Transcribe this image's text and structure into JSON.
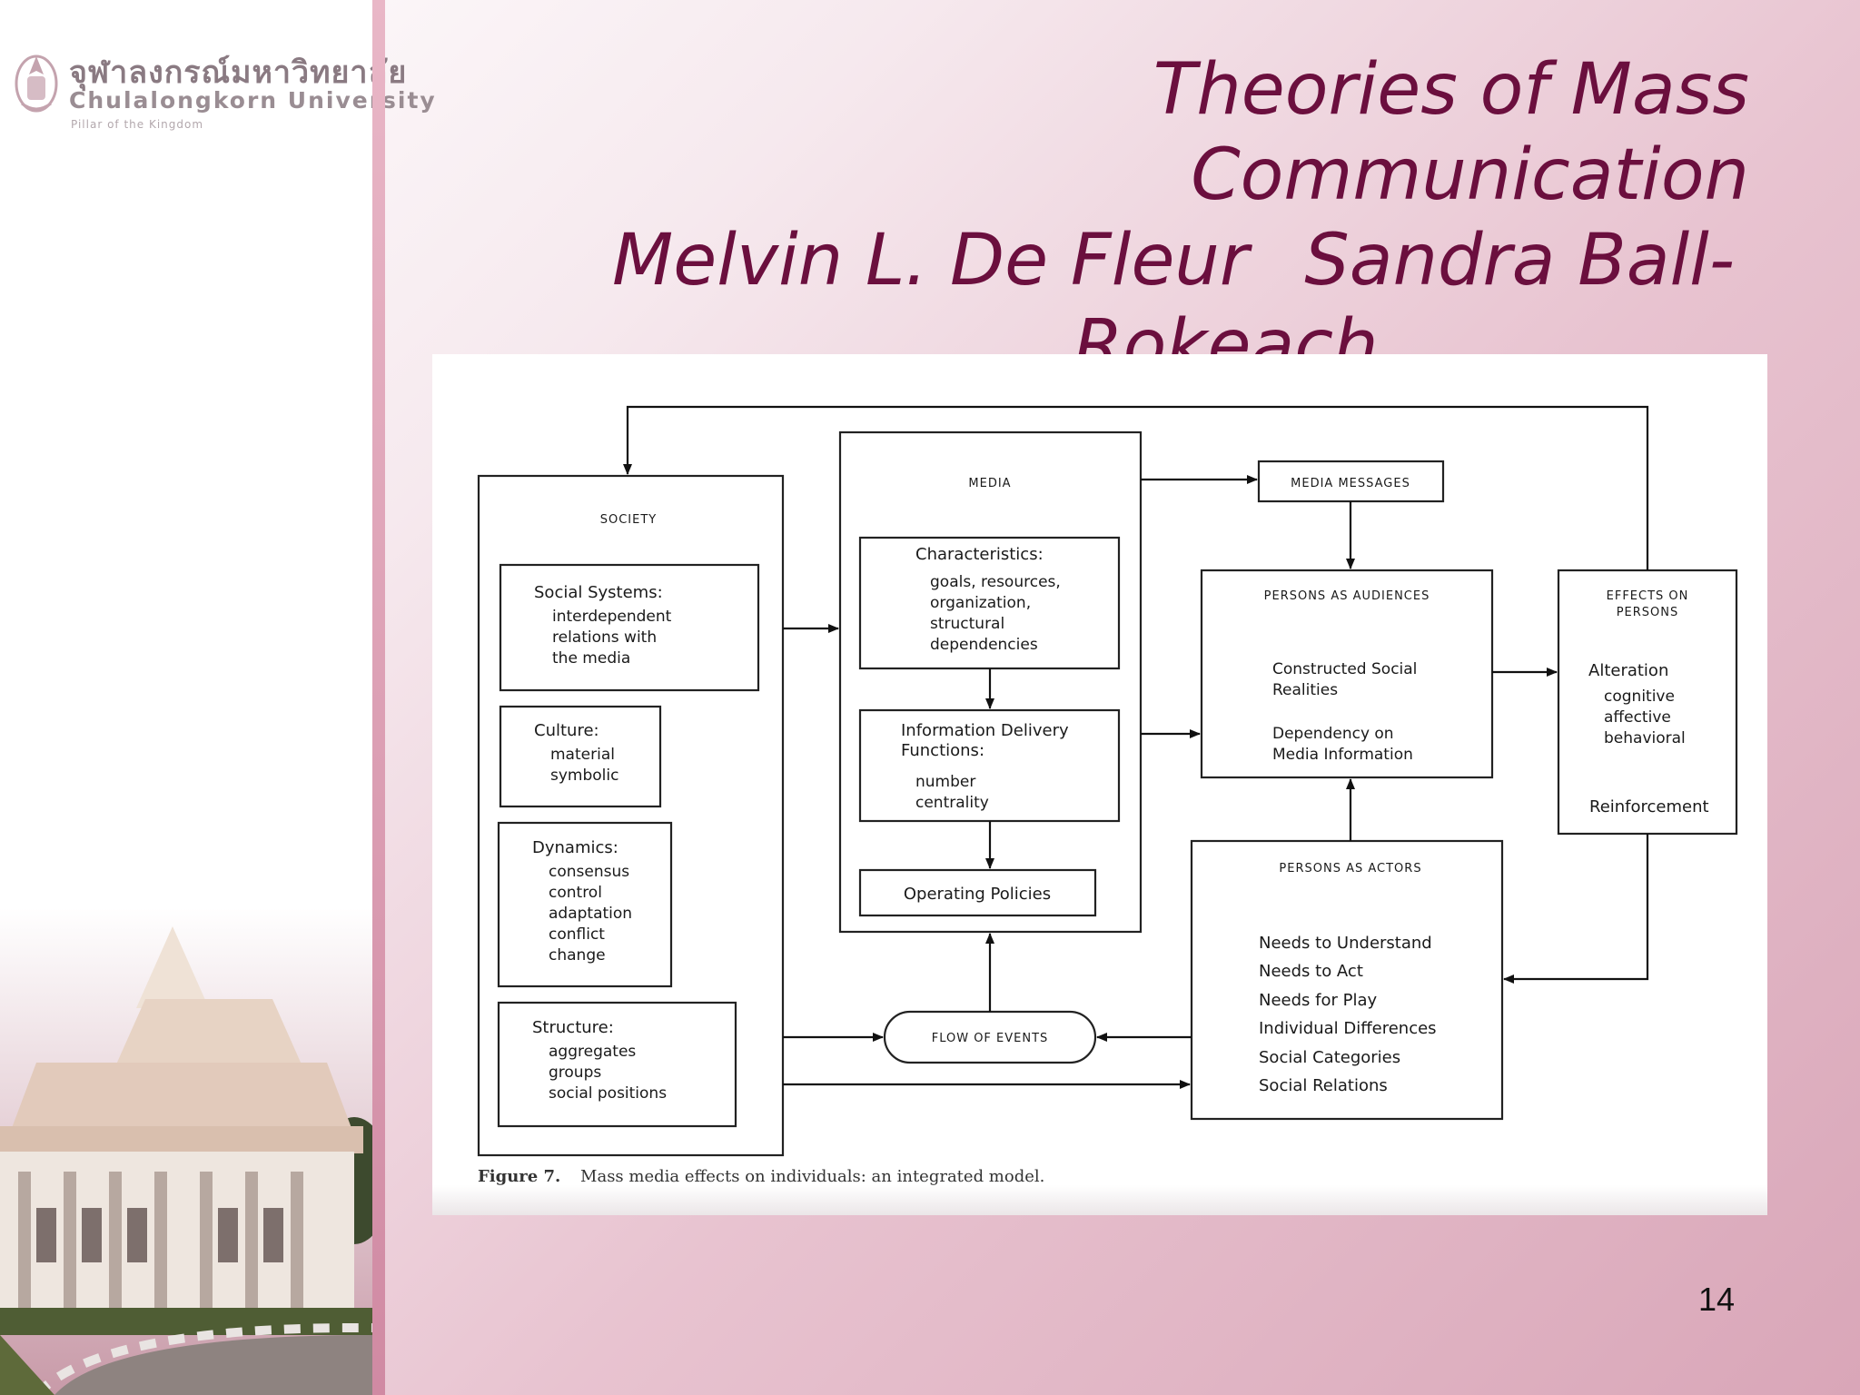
{
  "logo": {
    "thai": "จุฬาลงกรณ์มหาวิทยาลัย",
    "english": "Chulalongkorn University",
    "tagline": "Pillar of the Kingdom"
  },
  "title": {
    "line1": "Theories of Mass Communication",
    "author1": "Melvin L. De Fleur",
    "author2": "Sandra Ball-",
    "line3": "Rokeach"
  },
  "diagram": {
    "society": {
      "title": "SOCIETY",
      "social_systems": {
        "heading": "Social Systems:",
        "items": [
          "interdependent",
          "relations with",
          "the media"
        ]
      },
      "culture": {
        "heading": "Culture:",
        "items": [
          "material",
          "symbolic"
        ]
      },
      "dynamics": {
        "heading": "Dynamics:",
        "items": [
          "consensus",
          "control",
          "adaptation",
          "conflict",
          "change"
        ]
      },
      "structure": {
        "heading": "Structure:",
        "items": [
          "aggregates",
          "groups",
          "social positions"
        ]
      }
    },
    "media": {
      "title": "MEDIA",
      "characteristics": {
        "heading": "Characteristics:",
        "items": [
          "goals, resources,",
          "organization,",
          "structural",
          "dependencies"
        ]
      },
      "info_delivery": {
        "heading": [
          "Information Delivery",
          "Functions:"
        ],
        "items": [
          "number",
          "centrality"
        ]
      },
      "operating_policies": "Operating Policies"
    },
    "media_messages": "MEDIA MESSAGES",
    "persons_as_audiences": {
      "title": "PERSONS AS AUDIENCES",
      "items": [
        "Constructed Social",
        "Realities",
        "Dependency on",
        "Media Information"
      ]
    },
    "effects_on_persons": {
      "title": [
        "EFFECTS ON",
        "PERSONS"
      ],
      "alteration": "Alteration",
      "items": [
        "cognitive",
        "affective",
        "behavioral"
      ],
      "reinforcement": "Reinforcement"
    },
    "persons_as_actors": {
      "title": "PERSONS AS ACTORS",
      "items": [
        "Needs to Understand",
        "Needs to Act",
        "Needs for Play",
        "Individual Differences",
        "Social Categories",
        "Social Relations"
      ]
    },
    "flow_of_events": "FLOW OF EVENTS",
    "caption_label": "Figure 7.",
    "caption_text": "Mass media effects on individuals: an integrated model."
  },
  "page_number": "14",
  "colors": {
    "title": "#6b0f3e",
    "stripe": "#d08aa3"
  }
}
